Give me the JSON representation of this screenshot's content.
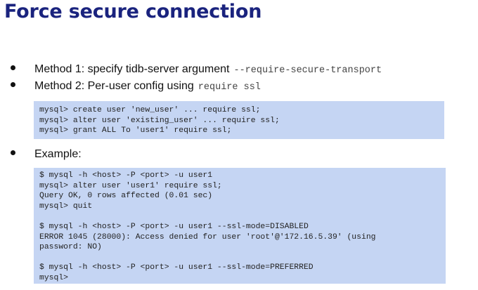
{
  "slide": {
    "title": "Force secure connection",
    "bullets": [
      {
        "text": "Method 1: specify tidb-server argument",
        "code": "--require-secure-transport"
      },
      {
        "text": "Method 2: Per-user config using",
        "code": "require ssl"
      },
      {
        "text": "Example:",
        "code": ""
      }
    ],
    "code_block_1": [
      "mysql> create user 'new_user' ... require ssl;",
      "mysql> alter user 'existing_user' ... require ssl;",
      "mysql> grant ALL To 'user1' require ssl;"
    ],
    "code_block_2": [
      "$ mysql -h <host> -P <port> -u user1",
      "mysql> alter user 'user1' require ssl;",
      "Query OK, 0 rows affected (0.01 sec)",
      "mysql> quit",
      "",
      "$ mysql -h <host> -P <port> -u user1 --ssl-mode=DISABLED",
      "ERROR 1045 (28000): Access denied for user 'root'@'172.16.5.39' (using",
      "password: NO)",
      "",
      "$ mysql -h <host> -P <port> -u user1 --ssl-mode=PREFERRED",
      "mysql>"
    ]
  }
}
